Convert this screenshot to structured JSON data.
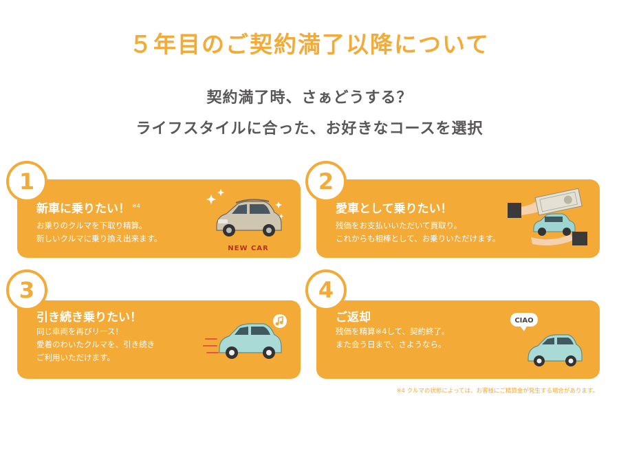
{
  "heading": "５年目のご契約満了以降について",
  "subheading": {
    "line1": "契約満了時、さぁどうする？",
    "line2": "ライフスタイルに合った、お好きなコースを選択"
  },
  "courses": [
    {
      "number": "1",
      "title": "新車に乗りたい！",
      "note_mark": "※4",
      "lines": [
        "お乗りのクルマを下取り精算。",
        "新しいクルマに乗り換え出来ます。"
      ],
      "illustration_label": "NEW CAR"
    },
    {
      "number": "2",
      "title": "愛車として乗りたい！",
      "lines": [
        "残価をお支払いいただいて買取り。",
        "これからも相棒として、お乗りいただけます。"
      ]
    },
    {
      "number": "3",
      "title": "引き続き乗りたい！",
      "lines": [
        "同じ車両を再びリース！",
        "愛着のわいたクルマを、引き続き",
        "ご利用いただけます。"
      ]
    },
    {
      "number": "4",
      "title": "ご返却",
      "lines": [
        "残価を精算※4して、契約終了。",
        "また会う日まで、さようなら。"
      ],
      "illustration_label": "CIAO"
    }
  ],
  "footnote": "※4 クルマの状態によっては、お客様にご精算金が発生する場合があります。",
  "colors": {
    "accent": "#f3aa37",
    "heading_text": "#595757",
    "card_text": "#ffffff"
  }
}
